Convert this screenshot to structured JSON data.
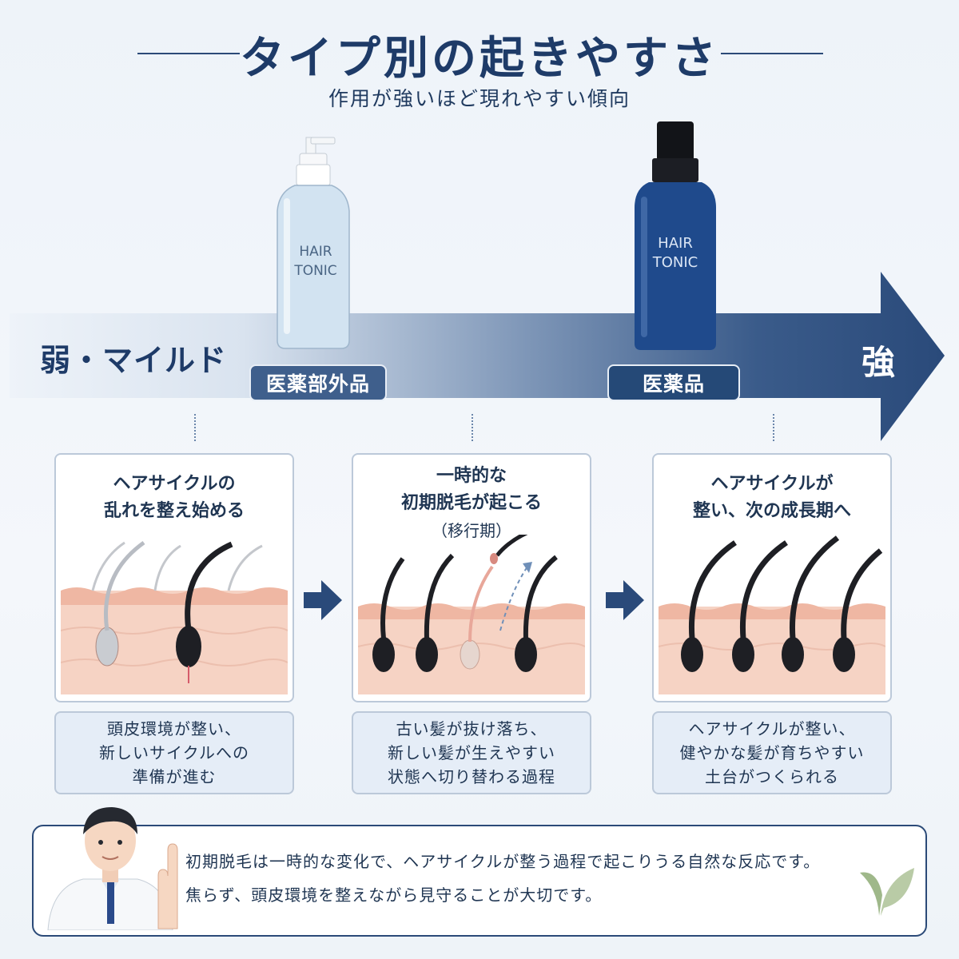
{
  "header": {
    "title": "タイプ別の起きやすさ",
    "subtitle": "作用が強いほど現れやすい傾向"
  },
  "scale": {
    "weak_label": "弱・マイルド",
    "strong_label": "強"
  },
  "products": [
    {
      "badge": "医薬部外品",
      "bottle_text_1": "HAIR",
      "bottle_text_2": "TONIC"
    },
    {
      "badge": "医薬品",
      "bottle_text_1": "HAIR",
      "bottle_text_2": "TONIC"
    }
  ],
  "stages": [
    {
      "title_lines": [
        "ヘアサイクルの",
        "乱れを整え始める"
      ],
      "desc_lines": [
        "頭皮環境が整い、",
        "新しいサイクルへの",
        "準備が進む"
      ]
    },
    {
      "title_lines": [
        "一時的な",
        "初期脱毛が起こる",
        "（移行期）"
      ],
      "desc_lines": [
        "古い髪が抜け落ち、",
        "新しい髪が生えやすい",
        "状態へ切り替わる過程"
      ]
    },
    {
      "title_lines": [
        "ヘアサイクルが",
        "整い、次の成長期へ"
      ],
      "desc_lines": [
        "ヘアサイクルが整い、",
        "健やかな髪が育ちやすい",
        "土台がつくられる"
      ]
    }
  ],
  "footer": {
    "line1": "初期脱毛は一時的な変化で、ヘアサイクルが整う過程で起こりうる自然な反応です。",
    "line2": "焦らず、頭皮環境を整えながら見守ることが大切です。"
  },
  "colors": {
    "navy": "#1e3b68",
    "arrow_dark": "#2a4a7a",
    "skin": "#f6d3c4",
    "hair": "#1e1f24"
  },
  "icons": [
    "doctor-illustration",
    "pointing-hand-icon",
    "leaf-icon",
    "arrow-right-icon"
  ]
}
